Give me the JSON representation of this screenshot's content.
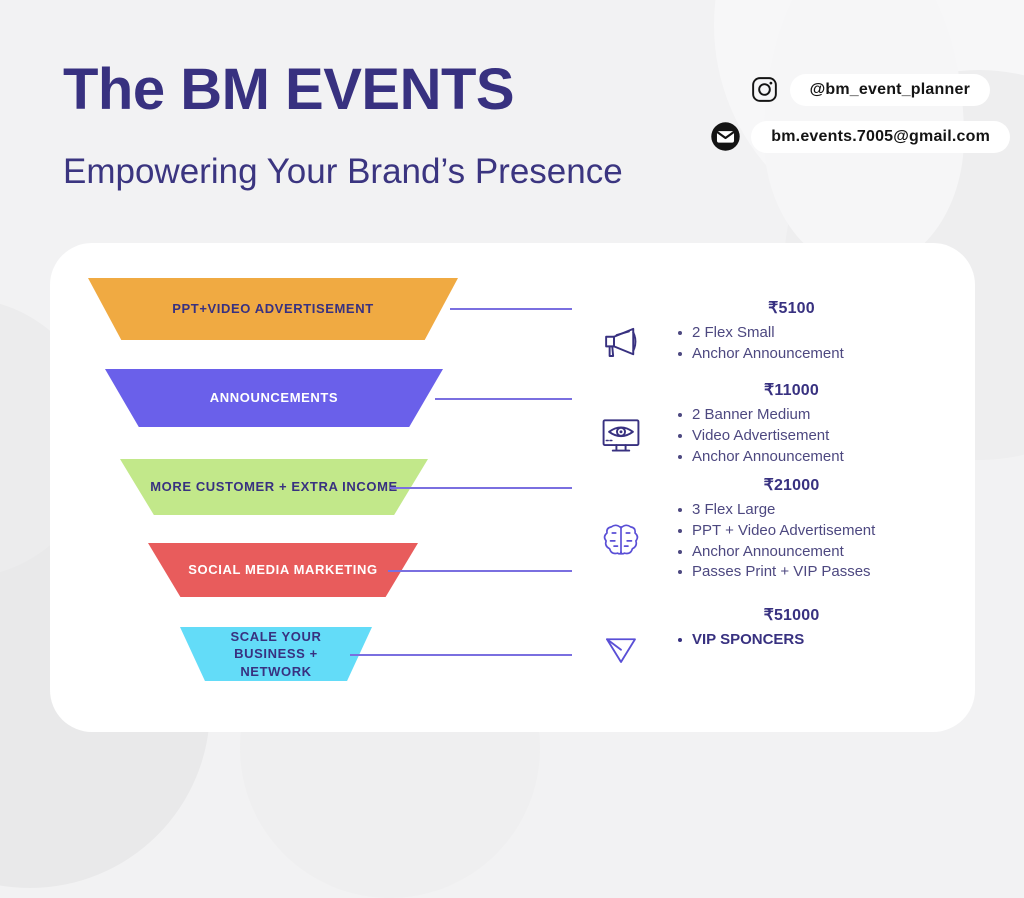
{
  "brand": {
    "title": "The BM EVENTS",
    "subtitle": "Empowering Your Brand’s Presence"
  },
  "contacts": [
    {
      "icon": "instagram-icon",
      "label": "@bm_event_planner"
    },
    {
      "icon": "email-icon",
      "label": "bm.events.7005@gmail.com"
    }
  ],
  "colors": {
    "page_background": "#f2f2f3",
    "card_background": "#ffffff",
    "brand_navy": "#383180",
    "connector": "#7a6fe0",
    "tier_1": "#f0aa42",
    "tier_2": "#6a60ea",
    "tier_3": "#c2e88a",
    "tier_4": "#e85c5c",
    "tier_5": "#63dcf8"
  },
  "chart_data": {
    "type": "funnel",
    "title": "The BM EVENTS sponsorship funnel",
    "currency": "₹",
    "stages": [
      {
        "label": "PPT+VIDEO ADVERTISEMENT",
        "color": "#f0aa42",
        "text_color": "#383180",
        "price": "₹5100",
        "price_value": 5100,
        "icon": "megaphone-icon",
        "items": [
          "2 Flex Small",
          "Anchor Announcement"
        ]
      },
      {
        "label": "ANNOUNCEMENTS",
        "color": "#6a60ea",
        "text_color": "#ffffff",
        "price": "₹11000",
        "price_value": 11000,
        "icon": "monitor-eye-icon",
        "items": [
          "2 Banner Medium",
          "Video Advertisement",
          "Anchor Announcement"
        ]
      },
      {
        "label": "MORE CUSTOMER + EXTRA INCOME",
        "color": "#c2e88a",
        "text_color": "#383180",
        "price": "₹21000",
        "price_value": 21000,
        "icon": "brain-icon",
        "items": [
          "3 Flex Large",
          "PPT + Video Advertisement",
          "Anchor Announcement",
          "Passes Print + VIP Passes"
        ]
      },
      {
        "label": "SOCIAL MEDIA MARKETING",
        "color": "#e85c5c",
        "text_color": "#ffffff",
        "price": "₹51000",
        "price_value": 51000,
        "icon": "send-icon",
        "items": [
          "VIP SPONCERS"
        ]
      },
      {
        "label": "SCALE YOUR BUSINESS + NETWORK",
        "color": "#63dcf8",
        "text_color": "#383180"
      }
    ]
  }
}
